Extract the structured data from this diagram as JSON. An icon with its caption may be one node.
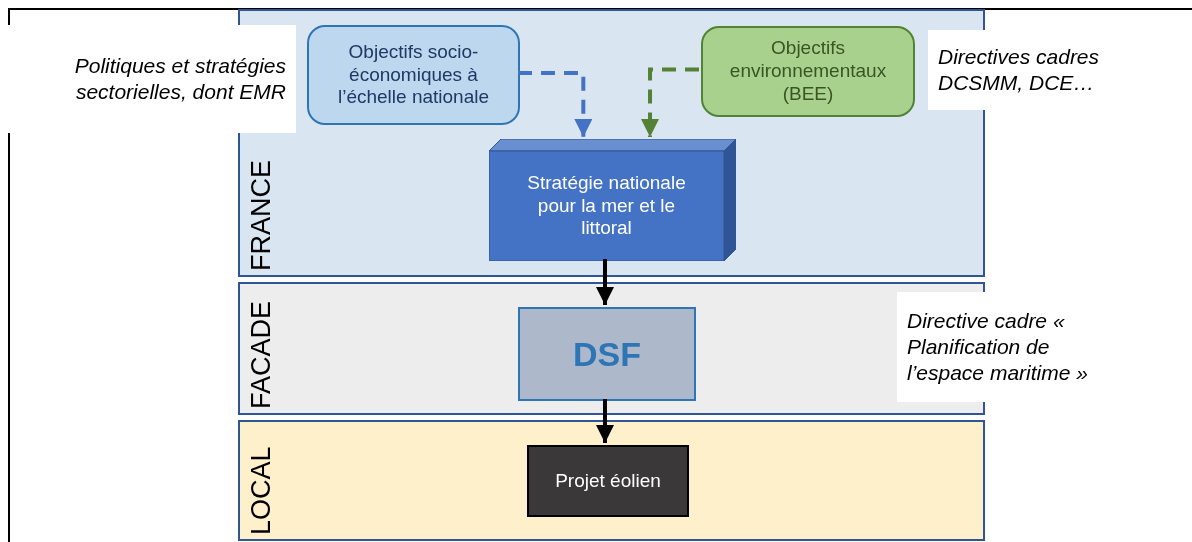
{
  "diagram": {
    "nodes": [
      {
        "text": [
          "FRANCE"
        ]
      },
      {
        "text": [
          "Objectifs socio-économiques à l’échelle nationale"
        ],
        "in": 0
      },
      {
        "text": [
          "Objectifs environnementaux (BEE)"
        ],
        "in": 0
      },
      {
        "text": [
          "Stratégie nationale pour la mer et le littoral"
        ],
        "in": 0
      },
      {
        "text": [
          "FACADE"
        ]
      },
      {
        "text": [
          "DSF"
        ],
        "in": 4
      },
      {
        "text": [
          "LOCAL"
        ]
      },
      {
        "text": [
          "Projet éolien"
        ],
        "in": 6
      }
    ],
    "edges": [
      {
        "from": 1,
        "to": 3,
        "arrow": "to",
        "style": "dashed",
        "color": "#4472c4"
      },
      {
        "from": 2,
        "to": 3,
        "arrow": "to",
        "style": "dashed",
        "color": "#548235"
      },
      {
        "from": 3,
        "to": 5,
        "arrow": "to"
      },
      {
        "from": 5,
        "to": 7,
        "arrow": "to"
      }
    ],
    "labels": [
      "Politiques et stratégies sectorielles, dont EMR",
      "Directives cadres DCSMM, DCE…",
      "Directive cadre « Planification de l’espace maritime »"
    ]
  }
}
